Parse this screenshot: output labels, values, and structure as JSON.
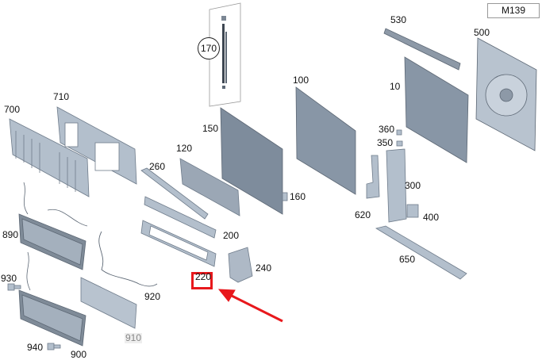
{
  "header": {
    "model_code": "M139"
  },
  "callout": {
    "label": "170"
  },
  "highlight": {
    "part": "220",
    "color": "#e8181c"
  },
  "parts": {
    "p10": "10",
    "p100": "100",
    "p120": "120",
    "p150": "150",
    "p160": "160",
    "p200": "200",
    "p220": "220",
    "p240": "240",
    "p260": "260",
    "p300": "300",
    "p350": "350",
    "p360": "360",
    "p400": "400",
    "p500": "500",
    "p530": "530",
    "p620": "620",
    "p650": "650",
    "p700": "700",
    "p710": "710",
    "p890": "890",
    "p900": "900",
    "p910": "910",
    "p920": "920",
    "p930": "930",
    "p940": "940"
  },
  "colors": {
    "part_fill": "#aeb9c6",
    "part_dark": "#6f7c8b",
    "part_stroke": "#5d6875",
    "arrow": "#e8181c"
  }
}
